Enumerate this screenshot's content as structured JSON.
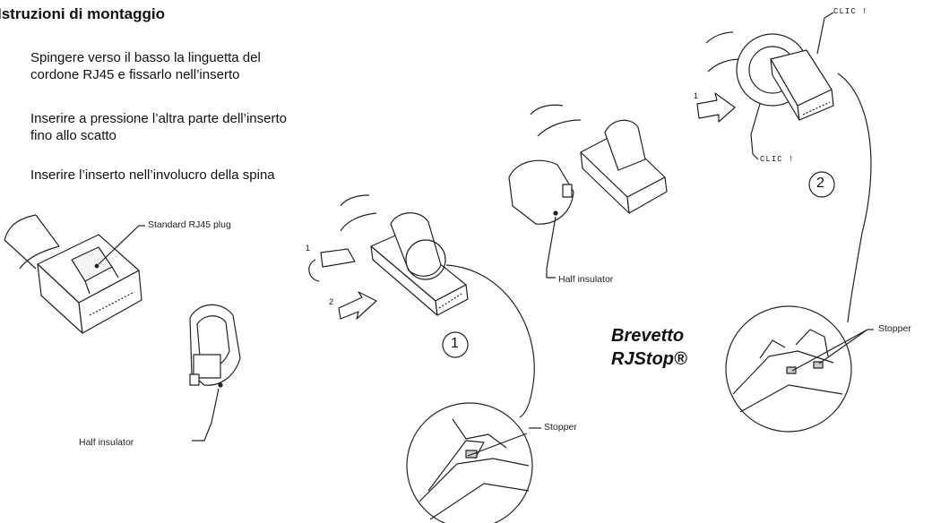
{
  "header": {
    "title": "Istruzioni di montaggio"
  },
  "steps": [
    "Spingere verso il basso la linguetta del cordone RJ45 e fissarlo nell’inserto",
    "Inserire a pressione l’altra parte dell’inserto fino allo scatto",
    "Inserire l’inserto nell’involucro della spina"
  ],
  "labels": {
    "standard_plug": "Standard RJ45 plug",
    "half_insulator_left": "Half insulator",
    "half_insulator_right": "Half insulator",
    "stopper_mid": "Stopper",
    "stopper_right": "Stopper",
    "clic_top": "CLIC !",
    "clic_bottom": "CLIC !"
  },
  "callouts": {
    "arrow_1_mid": "1",
    "arrow_2_mid": "2",
    "arrow_1_right": "1",
    "circle_1": "1",
    "circle_2": "2"
  },
  "brand": {
    "line1": "Brevetto",
    "line2": "RJStop®"
  }
}
